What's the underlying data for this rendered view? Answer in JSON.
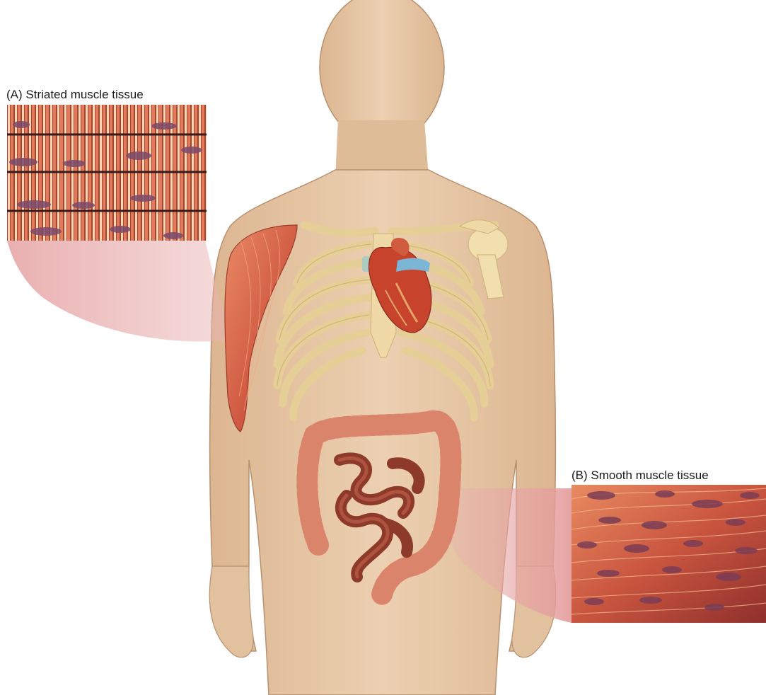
{
  "labels": {
    "striated": "(A) Striated muscle tissue",
    "smooth": "(B) Smooth muscle tissue"
  },
  "colors": {
    "skin": "#e9c9a7",
    "skin_shadow": "#d9b38f",
    "bone": "#efd9a6",
    "bone_edge": "#d2b77c",
    "muscle": "#d9634a",
    "heart": "#c8432c",
    "colon": "#e89a82",
    "intestine": "#8e3a2b",
    "striated_bg": "#e07b5c",
    "smooth_bg": "#c9553f",
    "callout": "#e9a9a9"
  },
  "figures": {
    "inset_a": "striated-muscle-inset",
    "inset_b": "smooth-muscle-inset"
  }
}
